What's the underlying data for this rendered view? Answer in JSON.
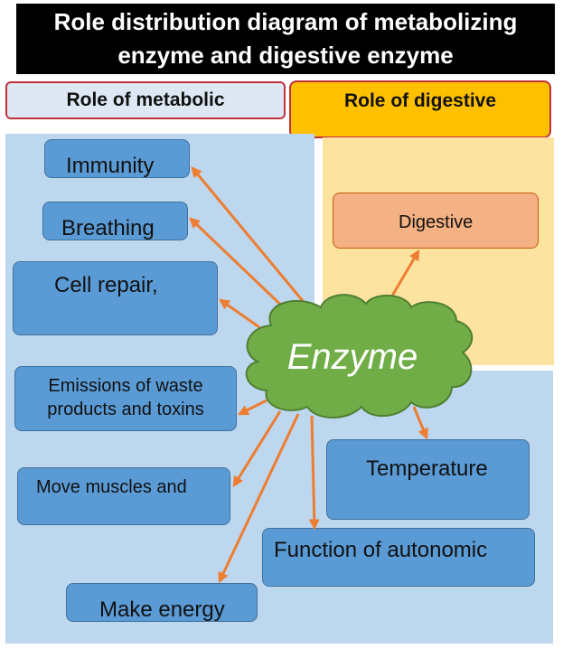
{
  "title": {
    "line1": "Role distribution diagram of metabolizing",
    "line2": "enzyme and digestive enzyme"
  },
  "headers": {
    "metabolic": "Role of metabolic",
    "digestive": "Role of digestive"
  },
  "center": {
    "label": "Enzyme",
    "color": "#70ad47"
  },
  "boxes": {
    "immunity": "Immunity",
    "breathing": "Breathing",
    "cell_repair": "Cell repair,",
    "waste_line1": "Emissions of waste",
    "waste_line2": "products and toxins",
    "muscles": "Move muscles and",
    "energy": "Make energy",
    "temperature": "Temperature",
    "autonomic": "Function of autonomic",
    "digestive": "Digestive"
  },
  "colors": {
    "metabolic_box": "#5b9bd5",
    "digestive_box": "#f4b183",
    "arrow": "#ed7d31",
    "metabolic_bg": "#bdd7ee",
    "digestive_bg": "#fde3a0",
    "header_digestive": "#ffc000"
  }
}
